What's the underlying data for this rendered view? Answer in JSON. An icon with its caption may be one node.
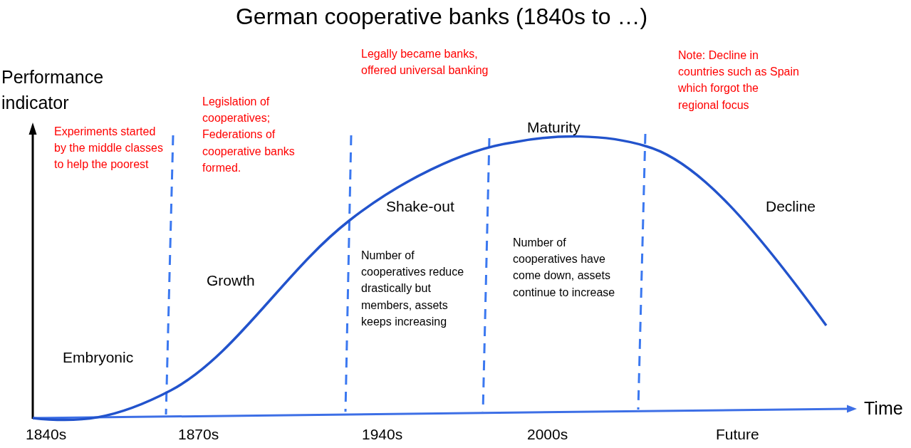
{
  "diagram": {
    "title": "German cooperative banks (1840s to …)",
    "labels": [
      "Legally became banks, offered universal banking",
      "Note: Decline in countries such as Spain which forgot the regional focus",
      "Performance indicator",
      "Legislation of cooperatives; Federations of cooperative banks formed.",
      "Experiments started by the middle classes to help the poorest",
      "Maturity",
      "Shake-out",
      "Decline",
      "Number of cooperatives reduce drastically but members, assets keeps increasing",
      "Number of cooperatives have come down, assets continue to increase",
      "Growth",
      "Embryonic",
      "Time",
      "1840s",
      "1870s",
      "1940s",
      "2000s",
      "Future"
    ]
  }
}
